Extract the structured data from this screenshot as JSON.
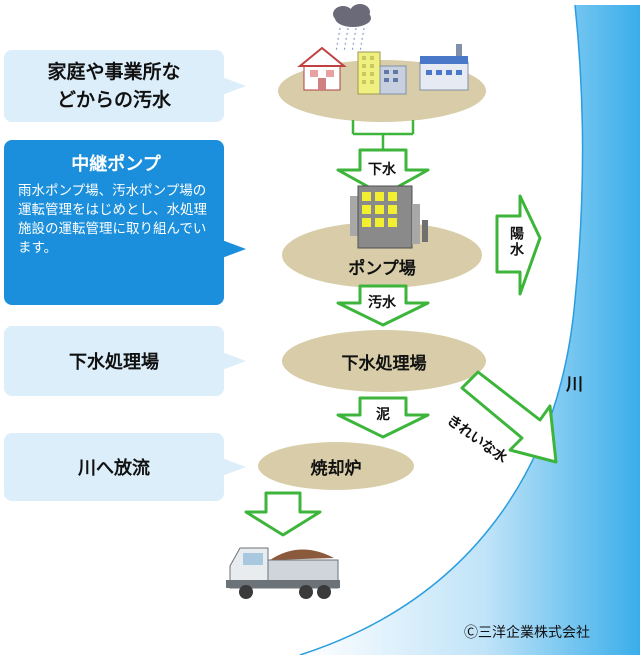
{
  "callouts": {
    "sources": "家庭や事業所などからの汚水",
    "relay_pump_title": "中継ポンプ",
    "relay_pump_desc": "雨水ポンプ場、汚水ポンプ場の運転管理をはじめとし、水処理施設の運転管理に取り組んでいます。",
    "treatment_plant": "下水処理場",
    "discharge": "川へ放流"
  },
  "stages": {
    "pump_station": "ポンプ場",
    "treatment_plant": "下水処理場",
    "incinerator": "焼却炉"
  },
  "flows": {
    "sewage_down": "下水",
    "wastewater": "汚水",
    "sludge": "泥",
    "rainwater": "陽水",
    "clean_water": "きれいな水"
  },
  "river": "川",
  "copyright": "Ⓒ三洋企業株式会社",
  "colors": {
    "callout_light": "#dceefa",
    "callout_dark": "#1b8fdb",
    "oval": "#d8cda8",
    "arrow_green": "#3db53b",
    "river_blue": "#55b8ee"
  }
}
